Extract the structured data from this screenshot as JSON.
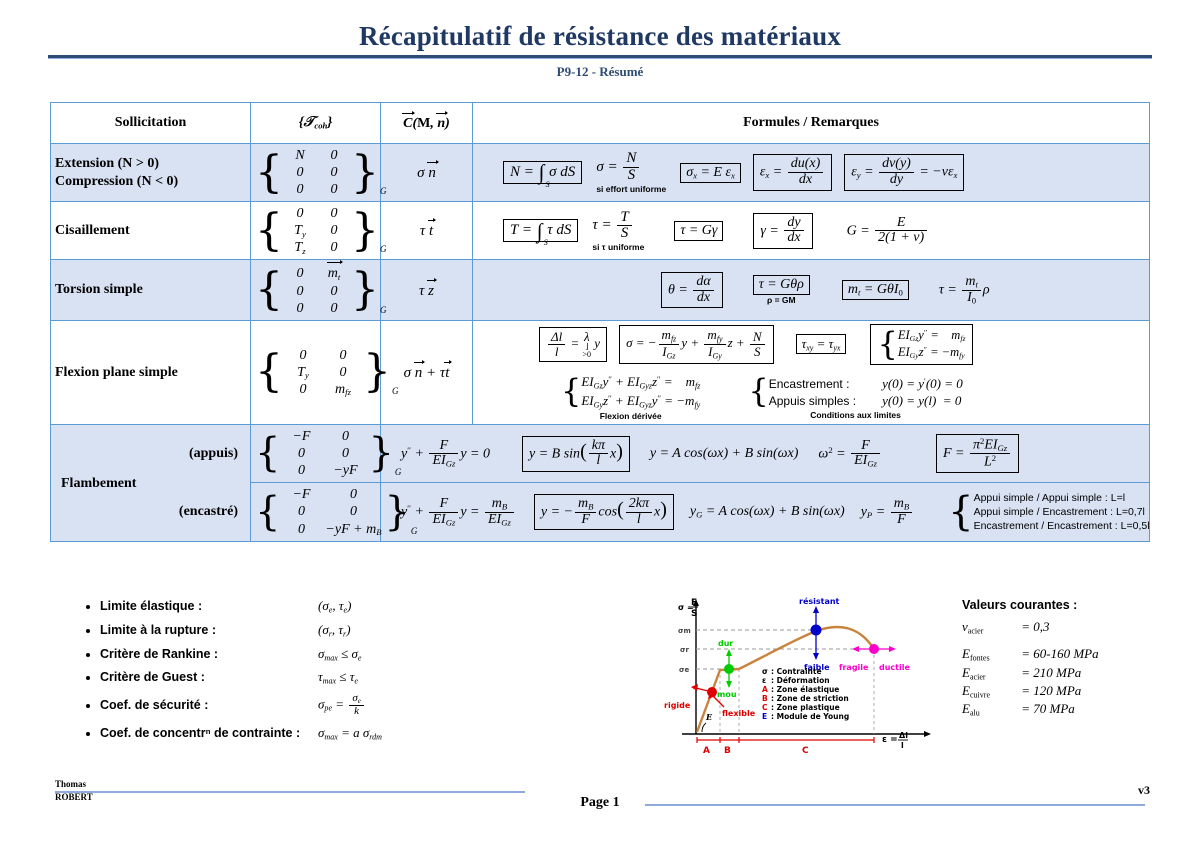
{
  "header": {
    "title": "Récapitulatif de résistance des matériaux",
    "subtitle": "P9-12 - Résumé"
  },
  "table": {
    "columns": {
      "sollicitation": "Sollicitation",
      "torseur": "{𝒯coh}",
      "vecteur": "C(M, n)",
      "formules": "Formules / Remarques"
    },
    "rows": [
      {
        "name": "extension-compression",
        "label_line1": "Extension (N > 0)",
        "label_line2": "Compression (N < 0)",
        "vector": "σ n",
        "captions": {
          "effort": "si effort uniforme"
        }
      },
      {
        "name": "cisaillement",
        "label": "Cisaillement",
        "vector": "τ t",
        "captions": {
          "tau": "si τ uniforme"
        }
      },
      {
        "name": "torsion-simple",
        "label": "Torsion simple",
        "vector": "τ z",
        "captions": {
          "rho": "ρ = GM"
        }
      },
      {
        "name": "flexion-plane-simple",
        "label": "Flexion plane simple",
        "vector": "σ n + τ t",
        "captions": {
          "derivee": "Flexion dérivée",
          "limites": "Conditions aux limites",
          "encastrement": "Encastrement :",
          "appuis_simples": "Appuis simples :"
        }
      },
      {
        "name": "flambement",
        "label": "Flambement",
        "sub_appuis": "(appuis)",
        "sub_encastre": "(encastré)",
        "cases": [
          "Appui simple  /  Appui simple  : L=l",
          "Appui simple  /  Encastrement : L=0,7l",
          "Encastrement / Encastrement : L=0,5l"
        ]
      }
    ]
  },
  "bullets": [
    {
      "label": "Limite élastique :"
    },
    {
      "label": "Limite à la rupture :"
    },
    {
      "label": "Critère de Rankine :"
    },
    {
      "label": "Critère de Guest :"
    },
    {
      "label": "Coef. de sécurité :"
    },
    {
      "label": "Coef. de concentrⁿ de contrainte :"
    }
  ],
  "valeurs": {
    "title": "Valeurs courantes :",
    "items": [
      {
        "name": "nu-acier",
        "value": "= 0,3"
      },
      {
        "name": "E-fontes",
        "value": "= 60-160 MPa"
      },
      {
        "name": "E-acier",
        "value": "= 210 MPa"
      },
      {
        "name": "E-cuivre",
        "value": "= 120 MPa"
      },
      {
        "name": "E-alu",
        "value": "= 70 MPa"
      }
    ]
  },
  "diagram": {
    "y_axis": "σ = F/S",
    "x_axis": "ε = Δl/l",
    "y_ticks": [
      "σm",
      "σr",
      "σe"
    ],
    "annotations": [
      {
        "text": "résistant",
        "color": "#0000CC"
      },
      {
        "text": "faible",
        "color": "#0000CC"
      },
      {
        "text": "fragile",
        "color": "#FF00CC"
      },
      {
        "text": "ductile",
        "color": "#FF00CC"
      },
      {
        "text": "dur",
        "color": "#00CC00"
      },
      {
        "text": "mou",
        "color": "#00CC00"
      },
      {
        "text": "rigide",
        "color": "#E00000"
      },
      {
        "text": "flexible",
        "color": "#E00000"
      }
    ],
    "zones": [
      "A",
      "B",
      "C"
    ],
    "legend": [
      {
        "key": "σ",
        "key_color": "#000000",
        "text": ": Contrainte"
      },
      {
        "key": "ε",
        "key_color": "#000000",
        "text": ": Déformation"
      },
      {
        "key": "A",
        "key_color": "#E00000",
        "text": ": Zone élastique"
      },
      {
        "key": "B",
        "key_color": "#E00000",
        "text": ": Zone de striction"
      },
      {
        "key": "C",
        "key_color": "#E00000",
        "text": ": Zone plastique"
      },
      {
        "key": "E",
        "key_color": "#0000CC",
        "text": ": Module de Young"
      }
    ],
    "curve_color": "#C8833C"
  },
  "footer": {
    "author_first": "Thomas",
    "author_last": "ROBERT",
    "page": "Page 1",
    "version": "v3"
  },
  "colors": {
    "title": "#1F3864",
    "subtitle": "#2E4B73",
    "table_border": "#5B9BD5",
    "row_fill": "#D9E2F3",
    "rule": "#8FAADC"
  }
}
